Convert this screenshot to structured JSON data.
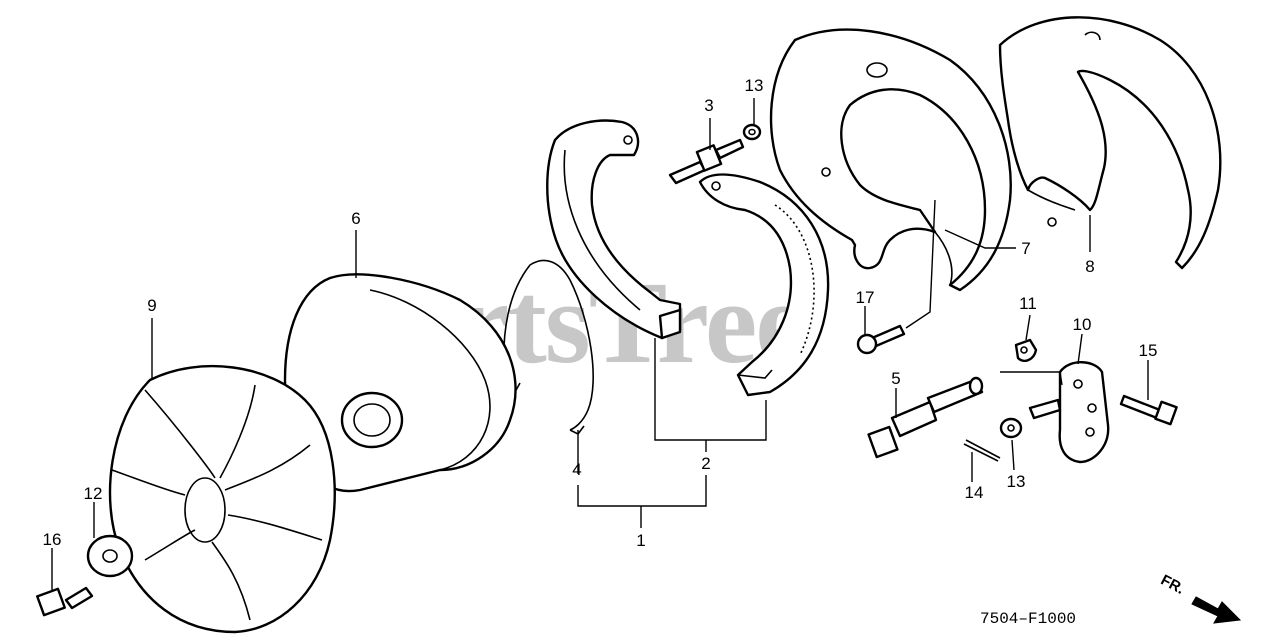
{
  "watermark": "PartsTree",
  "diagram_code": "7504–F1000",
  "direction_label": "FR.",
  "callouts": {
    "c1": "1",
    "c2": "2",
    "c3": "3",
    "c4": "4",
    "c5": "5",
    "c6": "6",
    "c7": "7",
    "c8": "8",
    "c9": "9",
    "c10": "10",
    "c11": "11",
    "c12": "12",
    "c13a": "13",
    "c13b": "13",
    "c14": "14",
    "c15": "15",
    "c16": "16",
    "c17": "17"
  }
}
